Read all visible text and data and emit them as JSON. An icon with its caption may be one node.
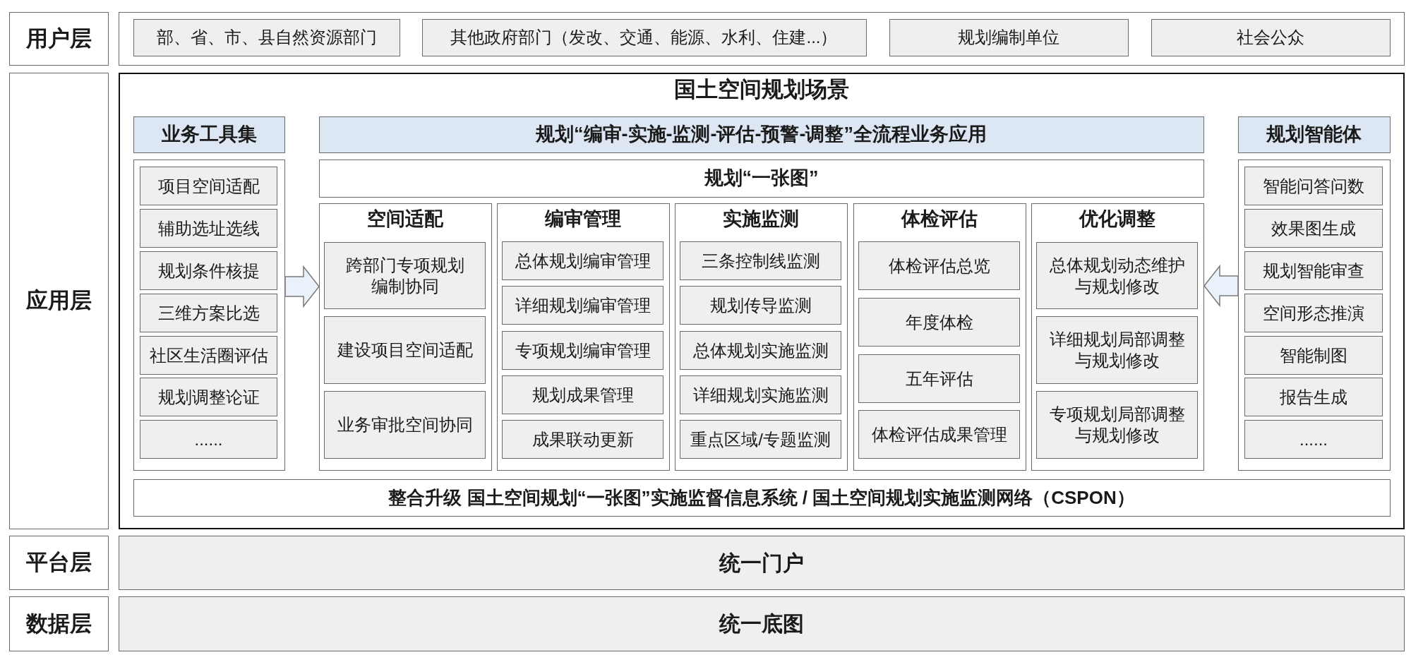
{
  "diagram": {
    "nodes": [
      {
        "text": [
          "用户层"
        ]
      },
      {
        "text": [],
        "shape": "box"
      },
      {
        "text": [
          "部、省、市、县自然资源部门"
        ],
        "in": 1
      },
      {
        "text": [
          "其他政府部门（发改、交通、能源、水利、住建...）"
        ],
        "in": 1
      },
      {
        "text": [
          "规划编制单位"
        ],
        "in": 1
      },
      {
        "text": [
          "社会公众"
        ],
        "in": 1
      },
      {
        "text": [
          "应用层"
        ]
      },
      {
        "text": [
          "国土空间规划场景"
        ]
      },
      {
        "text": [
          "业务工具集"
        ],
        "in": 7
      },
      {
        "text": [],
        "shape": "box",
        "in": 7
      },
      {
        "text": [
          "项目空间适配"
        ],
        "in": 9
      },
      {
        "text": [
          "辅助选址选线"
        ],
        "in": 9
      },
      {
        "text": [
          "规划条件核提"
        ],
        "in": 9
      },
      {
        "text": [
          "三维方案比选"
        ],
        "in": 9
      },
      {
        "text": [
          "社区生活圈评估"
        ],
        "in": 9
      },
      {
        "text": [
          "规划调整论证"
        ],
        "in": 9
      },
      {
        "text": [
          "......"
        ],
        "in": 9
      },
      {
        "text": [
          "规划“编审-实施-监测-评估-预警-调整”全流程业务应用"
        ],
        "in": 7
      },
      {
        "text": [
          "规划“一张图”"
        ],
        "in": 7
      },
      {
        "text": [
          "空间适配"
        ],
        "in": 7
      },
      {
        "text": [
          "跨部门专项规划编制协同"
        ],
        "in": 19
      },
      {
        "text": [
          "建设项目空间适配"
        ],
        "in": 19
      },
      {
        "text": [
          "业务审批空间协同"
        ],
        "in": 19
      },
      {
        "text": [
          "编审管理"
        ],
        "in": 7
      },
      {
        "text": [
          "总体规划编审管理"
        ],
        "in": 23
      },
      {
        "text": [
          "详细规划编审管理"
        ],
        "in": 23
      },
      {
        "text": [
          "专项规划编审管理"
        ],
        "in": 23
      },
      {
        "text": [
          "规划成果管理"
        ],
        "in": 23
      },
      {
        "text": [
          "成果联动更新"
        ],
        "in": 23
      },
      {
        "text": [
          "实施监测"
        ],
        "in": 7
      },
      {
        "text": [
          "三条控制线监测"
        ],
        "in": 29
      },
      {
        "text": [
          "规划传导监测"
        ],
        "in": 29
      },
      {
        "text": [
          "总体规划实施监测"
        ],
        "in": 29
      },
      {
        "text": [
          "详细规划实施监测"
        ],
        "in": 29
      },
      {
        "text": [
          "重点区域/专题监测"
        ],
        "in": 29
      },
      {
        "text": [
          "体检评估"
        ],
        "in": 7
      },
      {
        "text": [
          "体检评估总览"
        ],
        "in": 35
      },
      {
        "text": [
          "年度体检"
        ],
        "in": 35
      },
      {
        "text": [
          "五年评估"
        ],
        "in": 35
      },
      {
        "text": [
          "体检评估成果管理"
        ],
        "in": 35
      },
      {
        "text": [
          "优化调整"
        ],
        "in": 7
      },
      {
        "text": [
          "总体规划动态维护与规划修改"
        ],
        "in": 40
      },
      {
        "text": [
          "详细规划局部调整与规划修改"
        ],
        "in": 40
      },
      {
        "text": [
          "专项规划局部调整与规划修改"
        ],
        "in": 40
      },
      {
        "text": [
          "规划智能体"
        ],
        "in": 7
      },
      {
        "text": [],
        "shape": "box",
        "in": 7
      },
      {
        "text": [
          "智能问答问数"
        ],
        "in": 45
      },
      {
        "text": [
          "效果图生成"
        ],
        "in": 45
      },
      {
        "text": [
          "规划智能审查"
        ],
        "in": 45
      },
      {
        "text": [
          "空间形态推演"
        ],
        "in": 45
      },
      {
        "text": [
          "智能制图"
        ],
        "in": 45
      },
      {
        "text": [
          "报告生成"
        ],
        "in": 45
      },
      {
        "text": [
          "......"
        ],
        "in": 45
      },
      {
        "text": [
          "整合升级 国土空间规划“一张图”实施监督信息系统 / 国土空间规划实施监测网络（CSPON）"
        ],
        "in": 7
      },
      {
        "text": [
          "平台层"
        ]
      },
      {
        "text": [
          "统一门户"
        ]
      },
      {
        "text": [
          "数据层"
        ]
      },
      {
        "text": [
          "统一底图"
        ]
      }
    ],
    "edges": [
      {
        "from": 9,
        "to": 19,
        "arrow": "to"
      },
      {
        "from": 45,
        "to": 40,
        "arrow": "to"
      }
    ]
  }
}
